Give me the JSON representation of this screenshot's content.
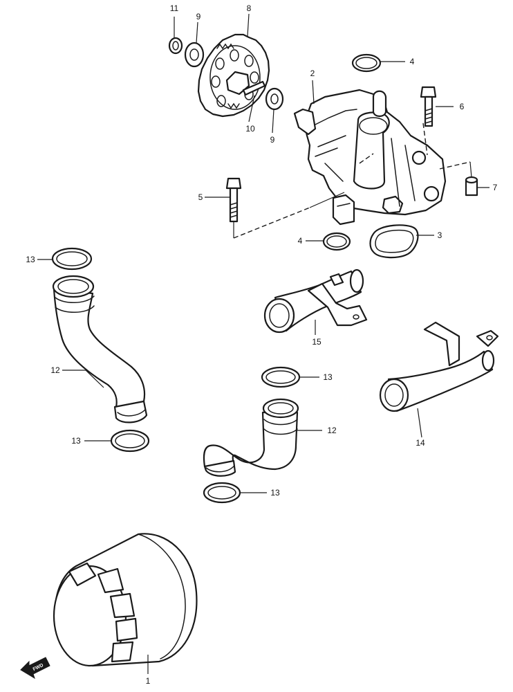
{
  "callouts": {
    "c1": "1",
    "c2": "2",
    "c3": "3",
    "c4a": "4",
    "c4b": "4",
    "c5": "5",
    "c6": "6",
    "c7": "7",
    "c8": "8",
    "c9a": "9",
    "c9b": "9",
    "c10": "10",
    "c11": "11",
    "c12a": "12",
    "c12b": "12",
    "c13a": "13",
    "c13b": "13",
    "c13c": "13",
    "c13d": "13",
    "c14": "14",
    "c15": "15"
  },
  "forward_marker": {
    "label": "FWD",
    "icon": "forward-arrow-icon"
  }
}
